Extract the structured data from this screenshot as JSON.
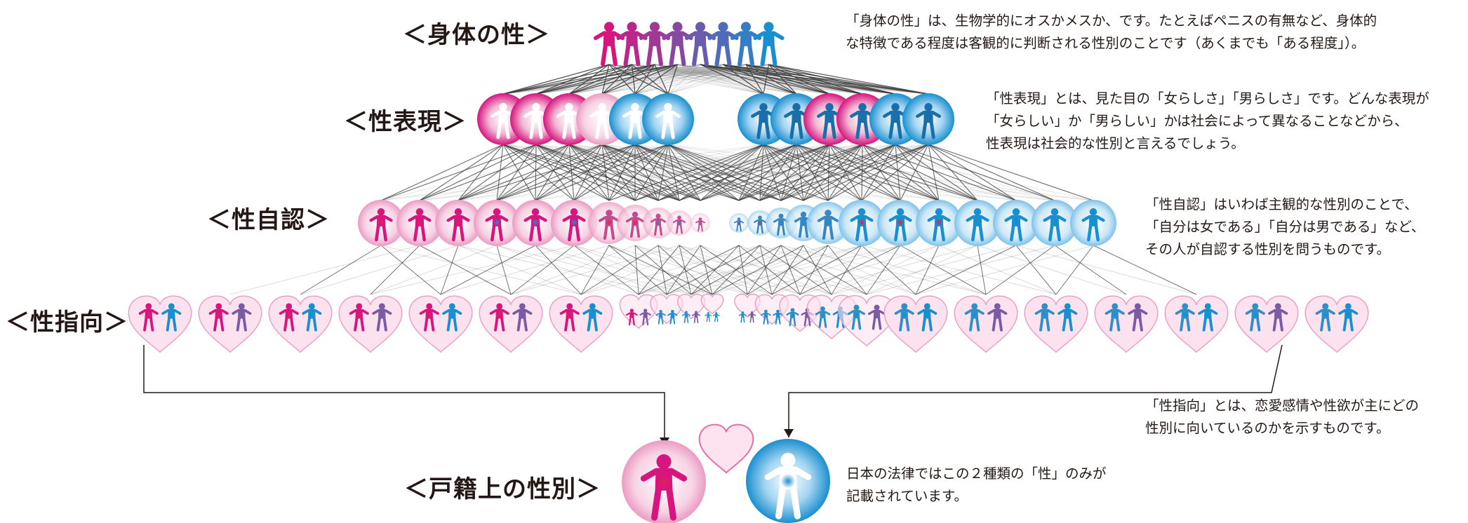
{
  "labels": {
    "body_sex": "＜身体の性＞",
    "expression": "＜性表現＞",
    "identity": "＜性自認＞",
    "orientation": "＜性指向＞",
    "family_register": "＜戸籍上の性別＞"
  },
  "descriptions": {
    "body_sex": [
      "「身体の性」は、生物学的にオスかメスか、です。たとえばペニスの有無など、身体的",
      "な特徴である程度は客観的に判断される性別のことです（あくまでも「ある程度」）。"
    ],
    "expression": [
      "「性表現」とは、見た目の「女らしさ」「男らしさ」です。どんな表現が",
      "「女らしい」か「男らしい」かは社会によって異なることなどから、",
      "性表現は社会的な性別と言えるでしょう。"
    ],
    "identity": [
      "「性自認」はいわば主観的な性別のことで、",
      "「自分は女である」「自分は男である」など、",
      "その人が自認する性別を問うものです。"
    ],
    "orientation": [
      "「性指向」とは、恋愛感情や性欲が主にどの",
      "性別に向いているのかを示すものです。"
    ],
    "family_register": [
      "日本の法律ではこの２種類の「性」のみが",
      "記載されています。"
    ]
  },
  "colors": {
    "pink": "#d6157f",
    "blue": "#1a8fcf",
    "light_pink": "#f6c6dd",
    "light_blue": "#a9d5f0",
    "line": "#3a3a3a",
    "text": "#231815"
  },
  "icons": {
    "figure": "person-figure-icon",
    "heart": "heart-icon"
  }
}
